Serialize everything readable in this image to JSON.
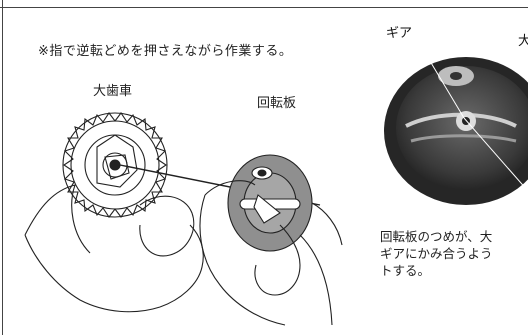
{
  "instruction": "※指で逆転どめを押さえながら作業する。",
  "drawing": {
    "label_big_gear": "大歯車",
    "label_rotary_plate": "回転板"
  },
  "photo": {
    "label_gear": "ギア",
    "label_cut": "大"
  },
  "caption": "回転板のつめが、大\nギアにかみ合うよう\nトする。"
}
